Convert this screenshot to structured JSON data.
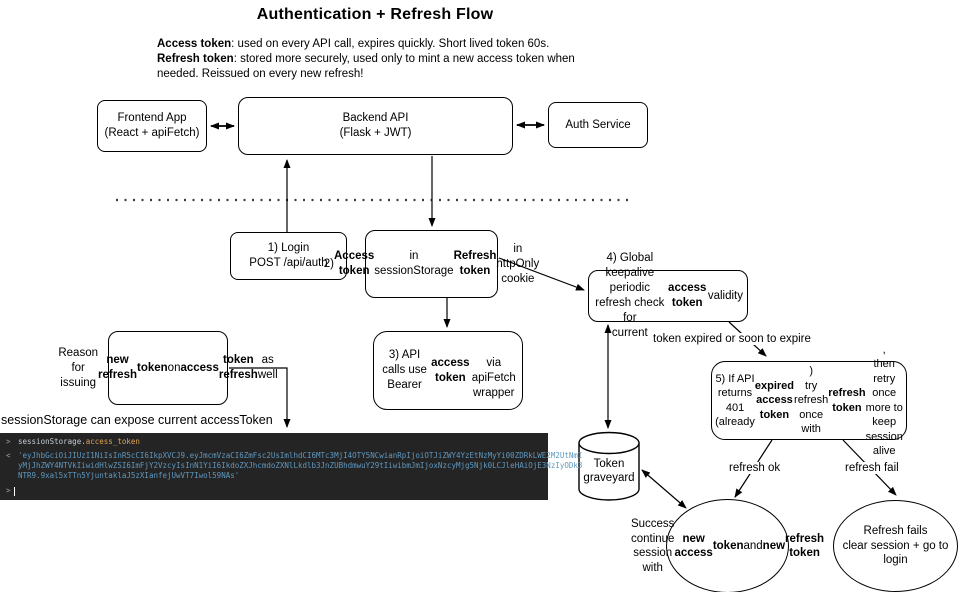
{
  "title": "Authentication + Refresh Flow",
  "intro": "**Access token**: used on every API call, expires quickly. Short lived token 60s.\n**Refresh token**: stored more securely, used only to mint a new access token when\nneeded. Reissued on every new refresh!",
  "nodes": {
    "frontend": "Frontend App\n(React + apiFetch)",
    "backend": "Backend API\n(Flask + JWT)",
    "auth": "Auth Service",
    "login": "1) Login\nPOST /api/auth",
    "tokens": "2) **Access token** in\nsessionStorage\n**Refresh token** in\nhttpOnly cookie",
    "api_calls": "3) API calls use Bearer\n**access token**\nvia apiFetch wrapper",
    "keepalive": "4) Global keepalive\nperiodic refresh check for\ncurrent **access token** validity",
    "retry_401": "5) If API returns 401 (already\n**expired access token**)\ntry refresh once with **refresh token**,\nthen retry once more to keep\nsession alive",
    "reason": "Reason for\nissuing **new refresh**\n**token** on **access**\n**token refresh** as well",
    "graveyard": "Token\ngraveyard",
    "success": "Success\ncontinue session\nwith **new access**\n**token** and **new**\n**refresh token**",
    "fail": "Refresh fails\nclear session + go to\nlogin"
  },
  "labels": {
    "expire": "token expired or soon to expire",
    "refresh_ok": "refresh ok",
    "refresh_fail": "refresh fail",
    "expose_note": "sessionStorage can expose current accessToken"
  },
  "console": {
    "input_prompt": ">",
    "input_object": "sessionStorage",
    "input_dot": ".",
    "input_property": "access_token",
    "output_prompt": "<",
    "token_lines": [
      "'eyJhbGciOiJIUzI1NiIsInR5cCI6IkpXVCJ9.eyJmcmVzaCI6ZmFsc2UsImlhdCI6MTc3MjI4OTY5NCwianRpIjoiOTJiZWY4YzEtNzMyYi00ZDRkLWE2M2UtNmI",
      "yMjJhZWY4NTVkIiwidHlwZSI6ImFjY2VzcyIsInN1YiI6IkdoZXJhcmdoZXNlLkdlb3JnZUBhdmwuY29tIiwibmJmIjoxNzcyMjg5Njk0LCJleHAiOjE3NzIyODk3",
      "NTR9.9xal5xTTn5YjuntaklaJ5zXIanfejUwVT7Iwol59NAs'"
    ],
    "next_prompt": ">",
    "colors": {
      "background": "#242424",
      "prompt": "#9aa0a6",
      "object_text": "#c5ccd4",
      "property_text": "#dfa356",
      "string_text": "#5f98c0",
      "cursor": "#ffffff"
    }
  },
  "diagram_colors": {
    "stroke": "#000000",
    "node_fill": "#ffffff",
    "dotted_separator": "#3c3c3c"
  }
}
